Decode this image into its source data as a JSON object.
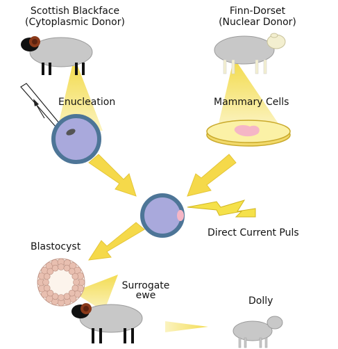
{
  "labels": {
    "donor_cyto_line1": "Scottish Blackface",
    "donor_cyto_line2": "(Cytoplasmic Donor)",
    "donor_nuclear_line1": "Finn-Dorset",
    "donor_nuclear_line2": "(Nuclear Donor)",
    "enucleation": "Enucleation",
    "mammary_cells": "Mammary Cells",
    "direct_current": "Direct Current Puls",
    "blastocyst": "Blastocyst",
    "surrogate_line1": "Surrogate",
    "surrogate_line2": "ewe",
    "dolly": "Dolly"
  },
  "colors": {
    "arrow_fill": "#f5d94a",
    "beam_fill": "#f7e48a",
    "cell_fill": "#a9a9dc",
    "cell_ring": "#4d7597",
    "sheep_wool": "#c8c8c8",
    "blackface_head": "#111111",
    "horn": "#8b3a1a",
    "dorset_head": "#f3efd0",
    "dish_fill": "#fbf1a6",
    "tissue_pink": "#f5b6c6",
    "blastocyst_fill": "#fcf4ec",
    "blastocyst_cells": "#e8bfb0"
  }
}
